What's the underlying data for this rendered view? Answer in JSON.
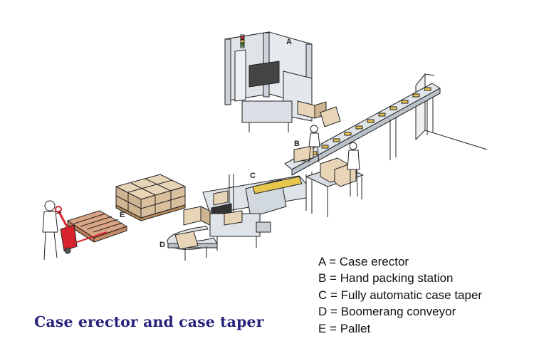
{
  "caption": "Case erector and case taper",
  "callouts": {
    "a": "A",
    "b": "B",
    "c": "C",
    "d": "D",
    "e": "E"
  },
  "legend": [
    "A = Case erector",
    "B = Hand packing station",
    "C = Fully automatic case taper",
    "D = Boomerang conveyor",
    "E = Pallet"
  ],
  "colors": {
    "box": "#e8d4b6",
    "box_side": "#cfb491",
    "frame": "#d7dde3",
    "pallet_jack": "#d8242c",
    "product": "#e6c64c",
    "caption": "#26237a"
  }
}
